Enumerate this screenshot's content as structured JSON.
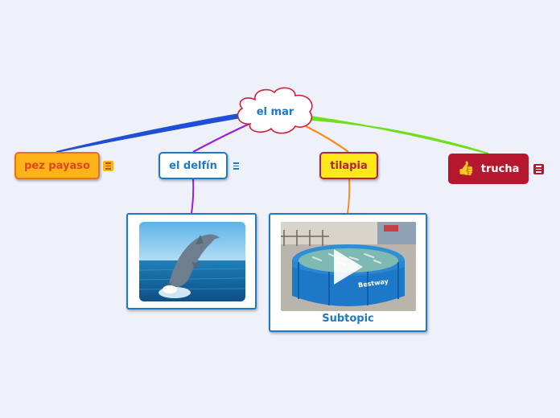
{
  "map": {
    "central": {
      "label": "el mar",
      "border_color": "#c8243a"
    },
    "topics": [
      {
        "id": "payaso",
        "label": "pez payaso",
        "has_note": true,
        "color": "#ffb31a"
      },
      {
        "id": "delfin",
        "label": "el delfín",
        "has_note": true,
        "color": "#1f79c4"
      },
      {
        "id": "tilapia",
        "label": "tilapia",
        "has_note": false,
        "color": "#ffe81a"
      },
      {
        "id": "trucha",
        "label": "trucha",
        "has_note": true,
        "icon": "thumbs-up-icon",
        "color": "#b5172f"
      }
    ],
    "subtopics": [
      {
        "parent": "el delfín",
        "type": "image",
        "image": "dolphin-photo"
      },
      {
        "parent": "tilapia",
        "type": "video",
        "image": "fish-pool-photo",
        "label": "Subtopic",
        "pool_brand": "Bestway"
      }
    ],
    "link_colors": {
      "payaso": "#1f4fd6",
      "delfin": "#9a1fdc",
      "tilapia": "#ff8c1a",
      "trucha": "#6ee01a"
    }
  }
}
